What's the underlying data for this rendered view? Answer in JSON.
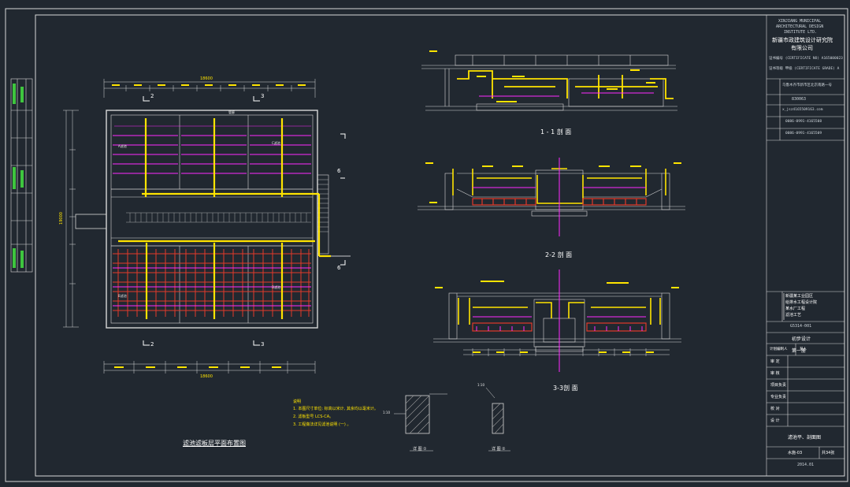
{
  "drawing": {
    "plan_title": "滤池滤板层平面布置图",
    "section_1_title": "1 - 1 剖 面",
    "section_2_title": "2-2 剖 面",
    "section_3_title": "3-3剖 面",
    "section_marks": [
      "2",
      "3",
      "2",
      "3",
      "6",
      "6"
    ],
    "plan_dimensions": {
      "top_total": "18600",
      "bottom_total": "18600",
      "left_total": "19000"
    },
    "room_labels": [
      "A滤池",
      "C滤池",
      "B滤池",
      "D滤池",
      "管廊"
    ],
    "notes_heading": "说明",
    "notes": [
      "1. 本图尺寸单位: 标高以米计, 其余均以毫米计。",
      "2. 滤板型号 LCS-CA。",
      "3. 工程做法详见滤池说明 (一) 。"
    ],
    "detail_labels": [
      "1:10",
      "1:10"
    ],
    "detail_titles": [
      "详 图 ①",
      "详 图 ②"
    ]
  },
  "title_block": {
    "company_en_1": "XINJIANG MUNICIPAL",
    "company_en_2": "ARCHITECTURAL DESIGN",
    "company_en_3": "INSTITUTE LTD.",
    "company_cn_1": "新疆市政建筑设计研究院",
    "company_cn_2": "有限公司",
    "cert_1": "证书编号 (CERTIFICATE NO) A165000023",
    "cert_2": "证书等级 甲级 (CERTIFICATE GRADE) A",
    "address": "乌鲁木齐市新市区北京南路一号",
    "postcode": "830063",
    "email": "x_jsz4165509163.com",
    "tel": "0086-0991-4165508",
    "fax": "0086-0991-4165509",
    "project_rows": [
      "新疆某工业园区",
      "给排水工程设计院",
      "某水厂工程",
      "滤池工艺"
    ],
    "drawing_no": "G5314-001",
    "stage": "初步设计",
    "volume": "第一册",
    "roles": [
      "审 定",
      "审 核",
      "项目负责",
      "专业负责",
      "校 对",
      "设 计"
    ],
    "designer_label": "计划编制人",
    "designer_value": "某人",
    "sheet_name": "滤池平、剖面图",
    "sheet_no": "水施-03",
    "sheet_total": "共34张",
    "date": "2014.01"
  },
  "colors": {
    "background": "#212830",
    "frame": "#d8d8d8",
    "pipe_yellow": "#ffe400",
    "lateral_magenta": "#ff2aff",
    "grid_red": "#e23a2a",
    "hatch_gray": "#9a9a9a"
  }
}
